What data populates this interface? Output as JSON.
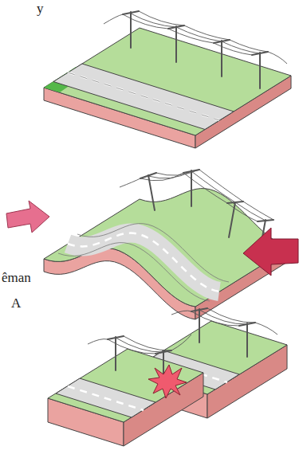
{
  "diagram": {
    "labels": [
      "y",
      "êman",
      "A"
    ]
  }
}
